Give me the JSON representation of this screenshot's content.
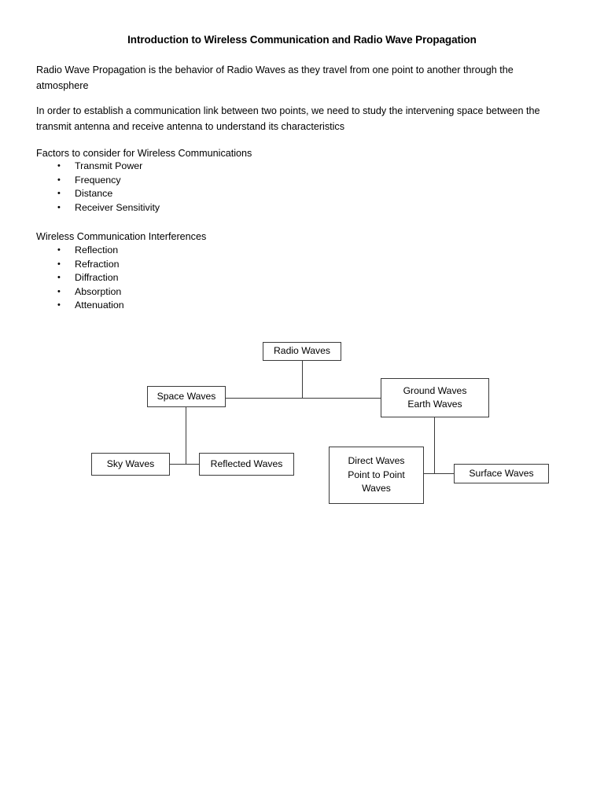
{
  "document": {
    "title": "Introduction to Wireless Communication and Radio Wave Propagation",
    "paragraphs": [
      "Radio Wave Propagation is the behavior of Radio Waves as they travel from one point to another through the atmosphere",
      "In order to establish a communication link between two points, we need to study the intervening space between the transmit antenna and receive antenna to understand its characteristics"
    ],
    "sections": [
      {
        "heading": "Factors to consider for Wireless Communications",
        "bullet": "•",
        "items": [
          "Transmit Power",
          "Frequency",
          "Distance",
          "Receiver Sensitivity"
        ]
      },
      {
        "heading": "Wireless Communication Interferences",
        "bullet": "•",
        "items": [
          "Reflection",
          "Refraction",
          "Diffraction",
          "Absorption",
          "Attenuation"
        ]
      }
    ]
  },
  "diagram": {
    "type": "hierarchy",
    "nodes": {
      "radio_waves": "Radio Waves",
      "space_waves": "Space Waves",
      "ground_waves_line1": "Ground Waves",
      "ground_waves_line2": "Earth Waves",
      "sky_waves": "Sky Waves",
      "reflected_waves": "Reflected Waves",
      "direct_waves_line1": "Direct Waves",
      "direct_waves_line2": "Point to Point",
      "direct_waves_line3": "Waves",
      "surface_waves": "Surface Waves"
    },
    "edges": [
      "radio-waves -> space-waves",
      "radio-waves -> ground-waves",
      "space-waves -> sky-waves",
      "space-waves -> reflected-waves",
      "ground-waves -> direct-waves",
      "ground-waves -> surface-waves"
    ],
    "colors": {
      "border": "#3a3a3a",
      "background": "#ffffff",
      "text": "#000000"
    }
  }
}
